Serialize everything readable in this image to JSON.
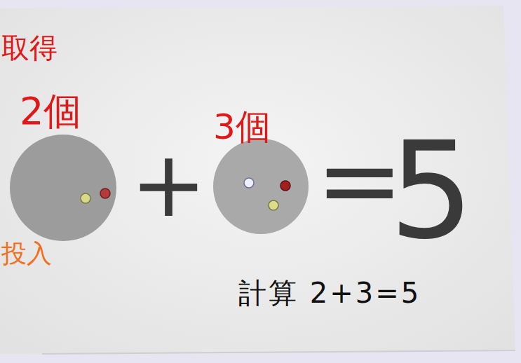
{
  "diagram": {
    "labels": [
      "取得",
      "2個",
      "3個",
      "+",
      "=",
      "5",
      "投入",
      "計算 2+3=5"
    ]
  }
}
